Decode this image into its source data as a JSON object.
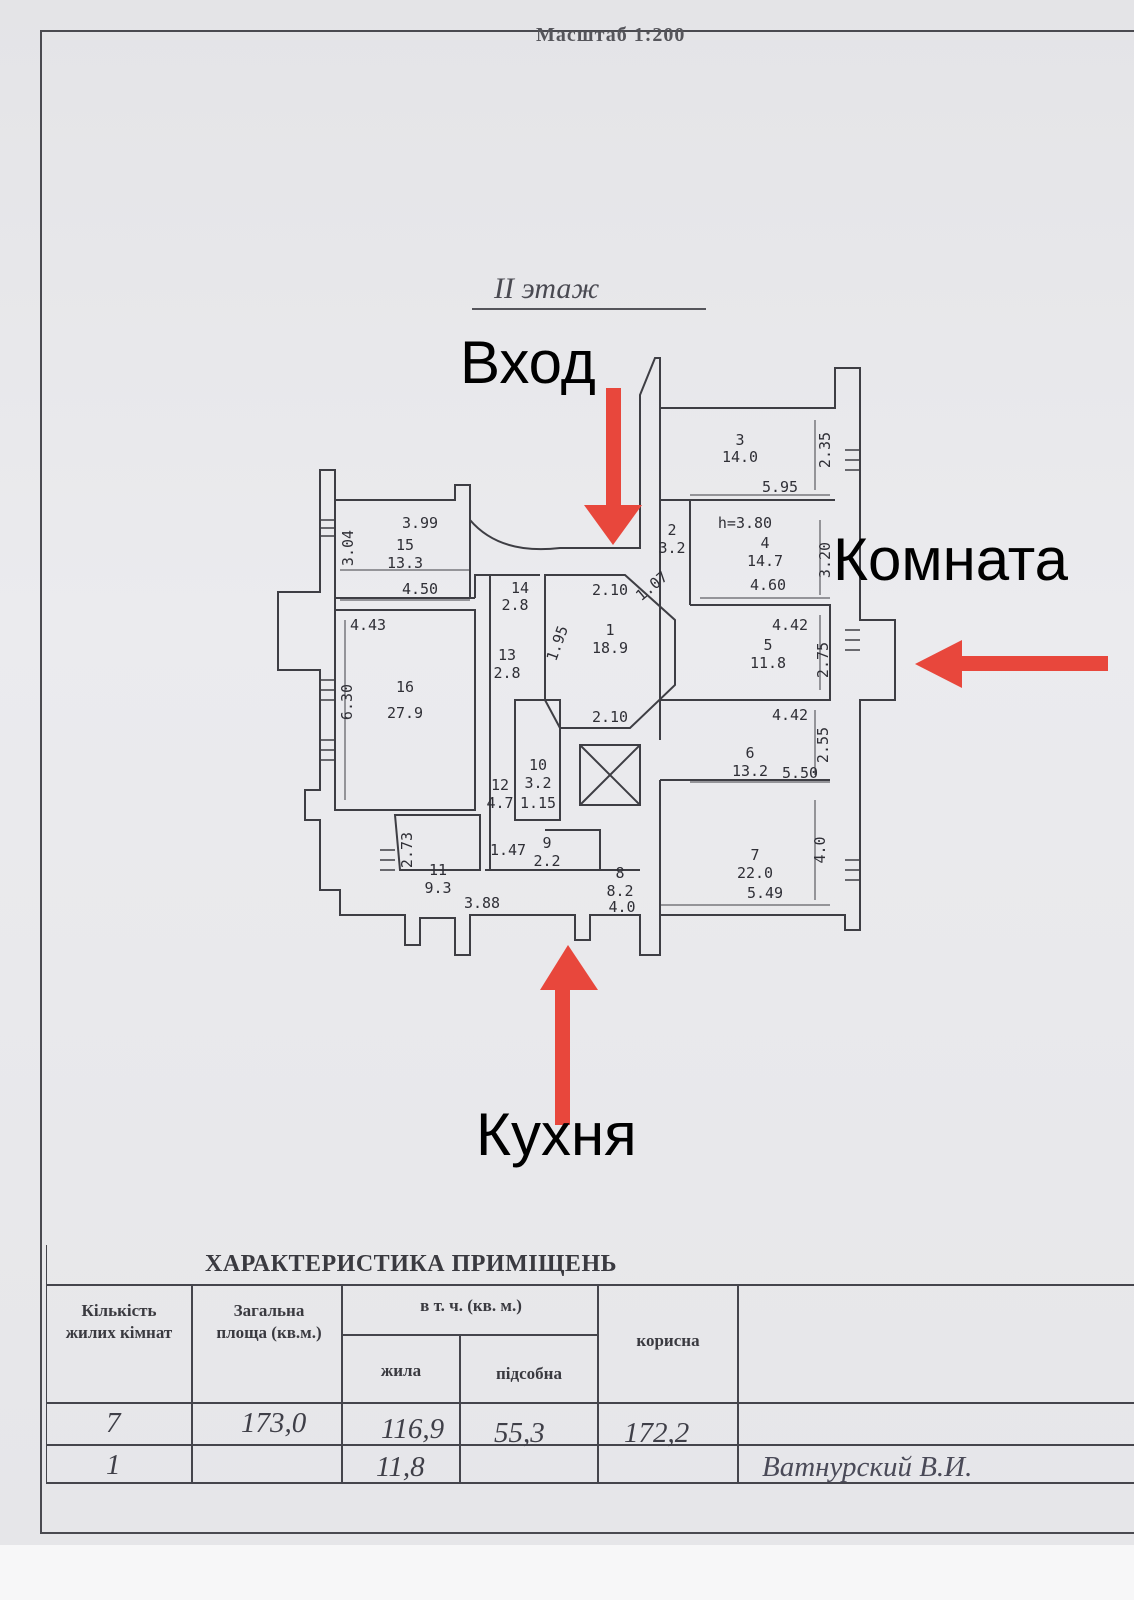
{
  "header": {
    "scale": "Масштаб    1:200"
  },
  "plan": {
    "floor_label": "II этаж",
    "annotations": {
      "entrance": "Вход",
      "room": "Комната",
      "kitchen": "Кухня"
    },
    "annotation_color": "#e8473c",
    "rooms": [
      {
        "num": "3",
        "area": "14.0"
      },
      {
        "num": "4",
        "area": "14.7"
      },
      {
        "num": "5",
        "area": "11.8"
      },
      {
        "num": "6",
        "area": "13.2"
      },
      {
        "num": "7",
        "area": "22.0"
      },
      {
        "num": "1",
        "area": "18.9"
      },
      {
        "num": "15",
        "area": "13.3"
      },
      {
        "num": "16",
        "area": "27.9"
      },
      {
        "num": "14",
        "area": "2.8"
      },
      {
        "num": "13",
        "area": "2.8"
      },
      {
        "num": "2",
        "area": "3.2"
      },
      {
        "num": "10",
        "area": "3.2"
      },
      {
        "num": "12",
        "area": "4.7"
      },
      {
        "num": "9",
        "area": "2.2"
      },
      {
        "num": "8",
        "area": "8.2"
      },
      {
        "num": "11",
        "area": "9.3"
      }
    ],
    "dimensions": [
      "5.95",
      "2.35",
      "h=3.80",
      "3.20",
      "4.60",
      "4.42",
      "2.75",
      "4.42",
      "2.55",
      "5.50",
      "4.0",
      "5.49",
      "2.10",
      "2.10",
      "1.95",
      "3.99",
      "3.04",
      "4.50",
      "4.43",
      "6.30",
      "2.73",
      "3.88",
      "1.15",
      "4.0",
      "1.07",
      "1.47"
    ]
  },
  "table": {
    "title": "ХАРАКТЕРИСТИКА ПРИМІЩЕНЬ",
    "headers": {
      "rooms_count": "Кількість жилих кімнат",
      "total_area": "Загальна площа (кв.м.)",
      "including": "в т. ч. (кв. м.)",
      "living": "жила",
      "auxiliary": "підсобна",
      "useful": "корисна"
    },
    "rows": [
      {
        "rooms_count": "7",
        "total_area": "173,0",
        "living": "116,9",
        "auxiliary": "55,3",
        "useful": "172,2",
        "note": ""
      },
      {
        "rooms_count": "1",
        "total_area": "",
        "living": "11,8",
        "auxiliary": "",
        "useful": "",
        "note": "Ватнурский В.И."
      }
    ]
  }
}
